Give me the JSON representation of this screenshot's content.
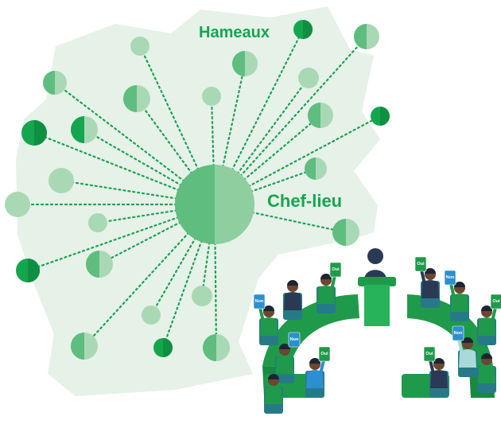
{
  "labels": {
    "hamlets": "Hameaux",
    "chief_town": "Chef-lieu"
  },
  "council": {
    "vote_yes": "Oui",
    "vote_no": "Non"
  },
  "colors": {
    "land": "#e6f1e8",
    "dark_green": "#14a64e",
    "mid_green": "#5fbd80",
    "light_green": "#a9d9b4",
    "pale_green": "#c9e7d0",
    "dotted_line": "#19a253",
    "desk_green": "#1f9a4a",
    "chair_teal": "#267a88",
    "vote_blue": "#2b8fd0"
  },
  "icons": [
    "hamlet-icon",
    "chief-town-icon",
    "podium-icon",
    "council-member-icon",
    "vote-card-icon"
  ]
}
